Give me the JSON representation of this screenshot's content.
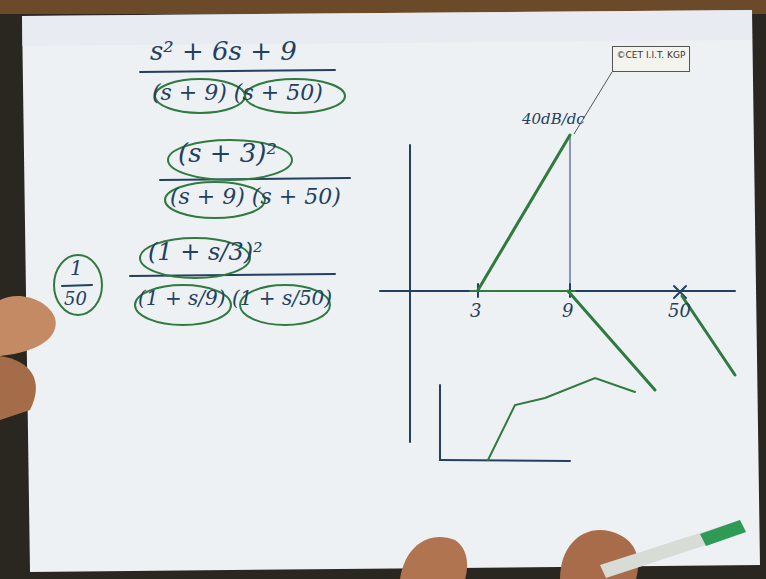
{
  "diagram": {
    "nodes": [
      {
        "text": [
          "©CET I.I.T. KGP"
        ]
      }
    ],
    "labels": [
      "s² + 6s + 9",
      "(s + 9) (s + 50)",
      "(s + 3)²",
      "(s + 9) (s + 50)",
      "1",
      "50",
      "(1 + s/3)²",
      "(1 + s/9) (1 + s/50)",
      "3",
      "9",
      "50",
      "40dB/dc"
    ]
  }
}
